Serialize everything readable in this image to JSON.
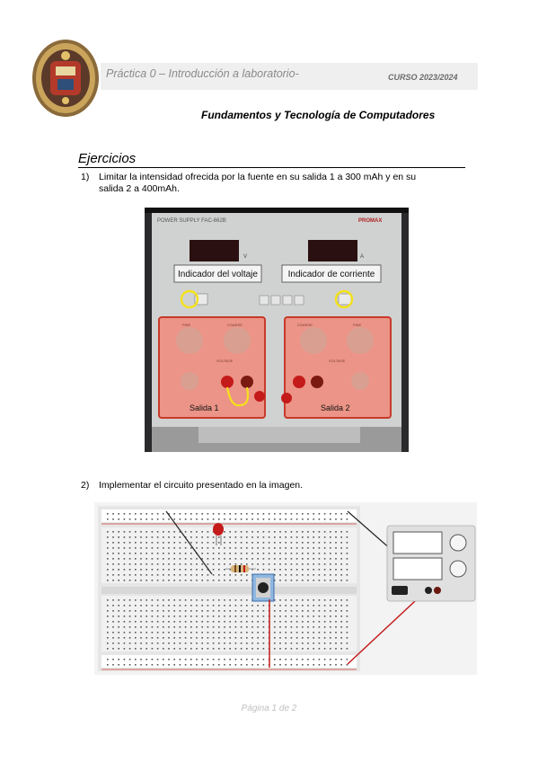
{
  "header": {
    "practice_title": "Práctica 0 – Introducción a laboratorio-",
    "course": "CURSO 2023/2024",
    "subject": "Fundamentos y Tecnología de Computadores"
  },
  "section": {
    "title": "Ejercicios"
  },
  "exercises": [
    {
      "number": "1)",
      "line1": "Limitar la intensidad ofrecida por la fuente en su salida 1 a 300 mAh y en su",
      "line2": "salida 2 a 400mAh."
    },
    {
      "number": "2)",
      "line1": "Implementar el circuito presentado en la imagen."
    }
  ],
  "photo": {
    "brand_label": "POWER SUPPLY FAC-662B",
    "maker": "PROMAX",
    "unit_v": "V",
    "unit_a": "A",
    "label_voltage": "Indicador del voltaje",
    "label_current": "Indicador de corriente",
    "label_out1": "Salida 1",
    "label_out2": "Salida 2",
    "knob_fine": "FINE",
    "knob_coarse": "COARSE",
    "knob_voltage": "VOLTAGE",
    "highlight_color": "#f08a7a",
    "circle_color": "#f5e11a"
  },
  "footer": {
    "page": "Página 1 de 2"
  }
}
